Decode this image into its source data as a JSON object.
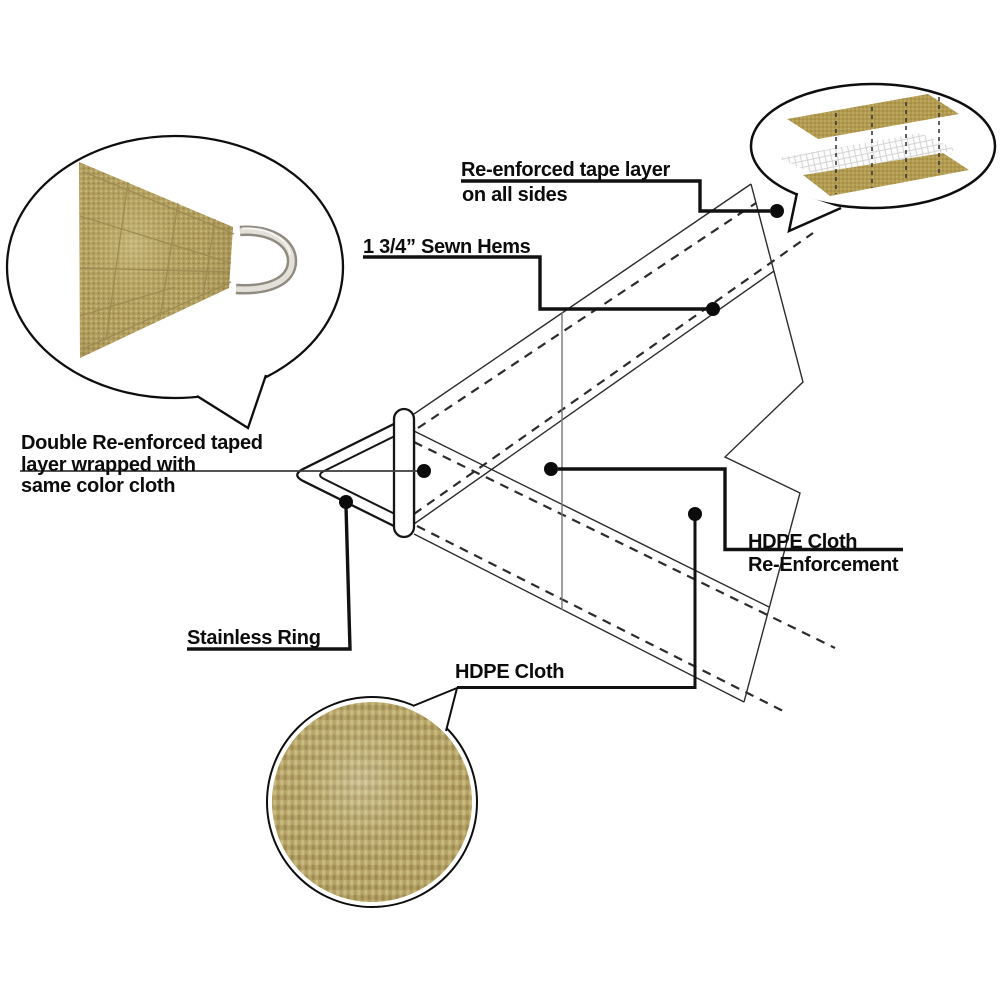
{
  "figure": {
    "description": "Shade sail corner construction diagram",
    "background": "#ffffff"
  },
  "annotations": {
    "tape_layer": {
      "lines": [
        "Re-enforced tape layer",
        "on all sides"
      ]
    },
    "sewn_hems": {
      "lines": [
        "1 3/4” Sewn Hems"
      ]
    },
    "double_taped": {
      "lines": [
        "Double Re-enforced taped",
        "layer wrapped with",
        "same color cloth"
      ]
    },
    "hdpe_reinforcement": {
      "lines": [
        "HDPE Cloth",
        "Re-Enforcement"
      ]
    },
    "stainless_ring": {
      "lines": [
        "Stainless Ring"
      ]
    },
    "hdpe_cloth": {
      "lines": [
        "HDPE Cloth"
      ]
    }
  },
  "insets": {
    "corner_closeup": {
      "name": "corner photo with stainless D-ring"
    },
    "layer_stack": {
      "name": "cloth / reinforcement tape layer stack"
    },
    "fabric_texture": {
      "name": "HDPE knitted fabric texture"
    }
  },
  "colors": {
    "line": "#2c2c2c",
    "leader": "#111111",
    "fabric_tan": "#b3a05e",
    "fabric_light": "#ccbf85",
    "fabric_dark": "#93804a",
    "metal_dark": "#908b80",
    "metal_light": "#e3e0da",
    "mesh_grey": "#d4d4d4"
  }
}
